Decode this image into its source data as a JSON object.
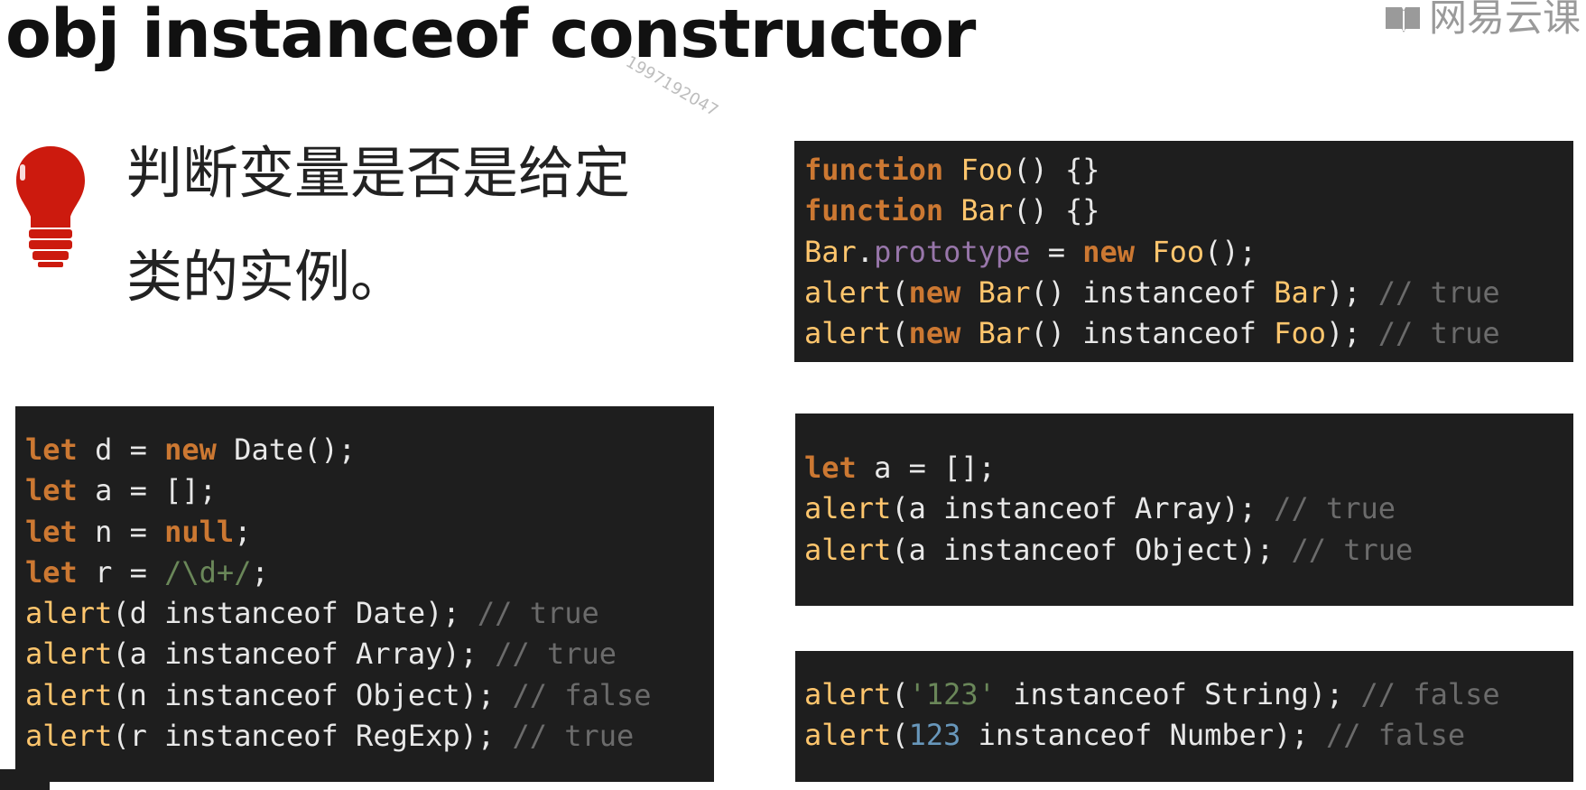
{
  "slide": {
    "title": "obj instanceof constructor",
    "watermark": "1997192047",
    "brand": "网易云课",
    "description_line1": "判断变量是否是给定",
    "description_line2": "类的实例。"
  },
  "icons": {
    "bulb": "lightbulb-icon",
    "brand": "book-icon"
  },
  "colors": {
    "code_background": "#1e1e1e",
    "keyword": "#cc7832",
    "function": "#ffc66d",
    "property": "#9876aa",
    "comment": "#6b6b6b",
    "string_regex": "#6a8759",
    "number": "#6897bb",
    "bulb": "#cc1a0e"
  },
  "code_blocks": {
    "proto": [
      [
        {
          "t": "function",
          "c": "kw"
        },
        {
          "t": " ",
          "c": "plain"
        },
        {
          "t": "Foo",
          "c": "fn"
        },
        {
          "t": "() {}",
          "c": "plain"
        }
      ],
      [
        {
          "t": "function",
          "c": "kw"
        },
        {
          "t": " ",
          "c": "plain"
        },
        {
          "t": "Bar",
          "c": "fn"
        },
        {
          "t": "() {}",
          "c": "plain"
        }
      ],
      [
        {
          "t": "Bar",
          "c": "fn"
        },
        {
          "t": ".",
          "c": "plain"
        },
        {
          "t": "prototype",
          "c": "prop"
        },
        {
          "t": " = ",
          "c": "plain"
        },
        {
          "t": "new",
          "c": "kw"
        },
        {
          "t": " ",
          "c": "plain"
        },
        {
          "t": "Foo",
          "c": "fn"
        },
        {
          "t": "();",
          "c": "plain"
        }
      ],
      [
        {
          "t": "alert",
          "c": "fn"
        },
        {
          "t": "(",
          "c": "plain"
        },
        {
          "t": "new",
          "c": "kw"
        },
        {
          "t": " ",
          "c": "plain"
        },
        {
          "t": "Bar",
          "c": "fn"
        },
        {
          "t": "() instanceof ",
          "c": "plain"
        },
        {
          "t": "Bar",
          "c": "fn"
        },
        {
          "t": "); ",
          "c": "plain"
        },
        {
          "t": "// true",
          "c": "cm"
        }
      ],
      [
        {
          "t": "alert",
          "c": "fn"
        },
        {
          "t": "(",
          "c": "plain"
        },
        {
          "t": "new",
          "c": "kw"
        },
        {
          "t": " ",
          "c": "plain"
        },
        {
          "t": "Bar",
          "c": "fn"
        },
        {
          "t": "() instanceof ",
          "c": "plain"
        },
        {
          "t": "Foo",
          "c": "fn"
        },
        {
          "t": "); ",
          "c": "plain"
        },
        {
          "t": "// true",
          "c": "cm"
        }
      ]
    ],
    "builtin": [
      [
        {
          "t": "let",
          "c": "kw"
        },
        {
          "t": " d = ",
          "c": "plain"
        },
        {
          "t": "new",
          "c": "kw"
        },
        {
          "t": " Date();",
          "c": "plain"
        }
      ],
      [
        {
          "t": "let",
          "c": "kw"
        },
        {
          "t": " a = [];",
          "c": "plain"
        }
      ],
      [
        {
          "t": "let",
          "c": "kw"
        },
        {
          "t": " n = ",
          "c": "plain"
        },
        {
          "t": "null",
          "c": "kw"
        },
        {
          "t": ";",
          "c": "plain"
        }
      ],
      [
        {
          "t": "let",
          "c": "kw"
        },
        {
          "t": " r = ",
          "c": "plain"
        },
        {
          "t": "/\\d+/",
          "c": "rx"
        },
        {
          "t": ";",
          "c": "plain"
        }
      ],
      [
        {
          "t": "alert",
          "c": "fn"
        },
        {
          "t": "(d instanceof Date); ",
          "c": "plain"
        },
        {
          "t": "// true",
          "c": "cm"
        }
      ],
      [
        {
          "t": "alert",
          "c": "fn"
        },
        {
          "t": "(a instanceof Array); ",
          "c": "plain"
        },
        {
          "t": "// true",
          "c": "cm"
        }
      ],
      [
        {
          "t": "alert",
          "c": "fn"
        },
        {
          "t": "(n instanceof Object); ",
          "c": "plain"
        },
        {
          "t": "// false",
          "c": "cm"
        }
      ],
      [
        {
          "t": "alert",
          "c": "fn"
        },
        {
          "t": "(r instanceof RegExp); ",
          "c": "plain"
        },
        {
          "t": "// true",
          "c": "cm"
        }
      ]
    ],
    "array": [
      [
        {
          "t": "let",
          "c": "kw"
        },
        {
          "t": " a = [];",
          "c": "plain"
        }
      ],
      [
        {
          "t": "alert",
          "c": "fn"
        },
        {
          "t": "(a instanceof Array); ",
          "c": "plain"
        },
        {
          "t": "// true",
          "c": "cm"
        }
      ],
      [
        {
          "t": "alert",
          "c": "fn"
        },
        {
          "t": "(a instanceof Object); ",
          "c": "plain"
        },
        {
          "t": "// true",
          "c": "cm"
        }
      ]
    ],
    "primitive": [
      [
        {
          "t": "alert",
          "c": "fn"
        },
        {
          "t": "(",
          "c": "plain"
        },
        {
          "t": "'123'",
          "c": "str"
        },
        {
          "t": " instanceof String); ",
          "c": "plain"
        },
        {
          "t": "// false",
          "c": "cm"
        }
      ],
      [
        {
          "t": "alert",
          "c": "fn"
        },
        {
          "t": "(",
          "c": "plain"
        },
        {
          "t": "123",
          "c": "num"
        },
        {
          "t": " instanceof Number); ",
          "c": "plain"
        },
        {
          "t": "// false",
          "c": "cm"
        }
      ]
    ]
  }
}
